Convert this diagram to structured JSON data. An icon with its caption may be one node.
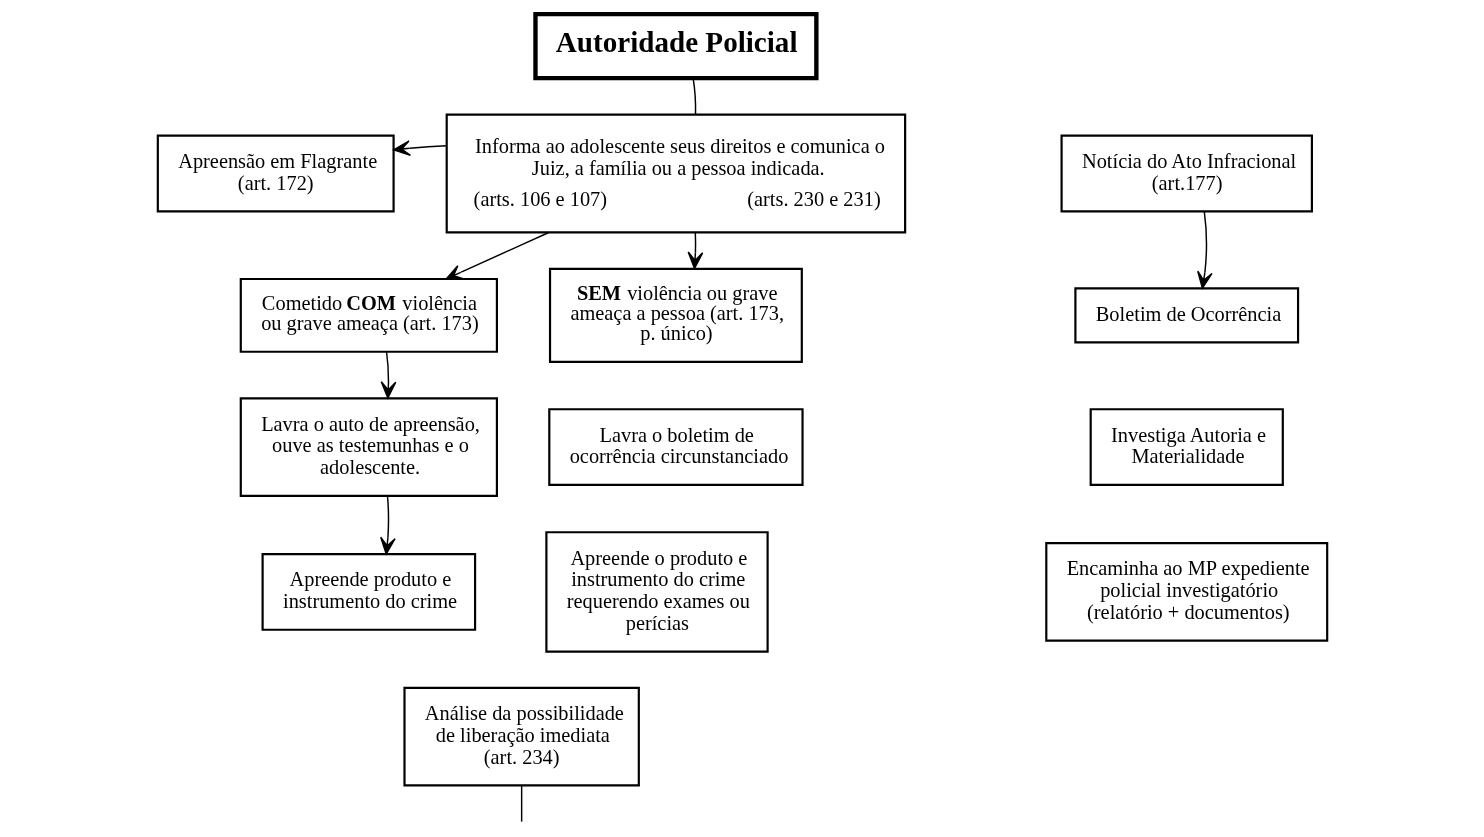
{
  "diagram": {
    "nodes": [
      {
        "text": [
          "**Autoridade Policial**"
        ]
      },
      {
        "text": [
          "Informa ao adolescente seus direitos e comunica o Juiz, a família ou a pessoa indicada.",
          "(arts. 106 e 107)",
          "(arts. 230 e 231)"
        ]
      },
      {
        "text": [
          "Apreensão em Flagrante (art. 172)"
        ]
      },
      {
        "text": [
          "Notícia do Ato Infracional (art.177)"
        ]
      },
      {
        "text": [
          "Cometido **COM** violência ou grave ameaça (art. 173)"
        ]
      },
      {
        "text": [
          "**SEM** violência ou grave ameaça a pessoa (art. 173, p. único)"
        ]
      },
      {
        "text": [
          "Boletim de Ocorrência"
        ]
      },
      {
        "text": [
          "Lavra o auto de apreensão, ouve as testemunhas e o adolescente."
        ]
      },
      {
        "text": [
          "Lavra o boletim de ocorrência circunstanciado"
        ]
      },
      {
        "text": [
          "Investiga Autoria e Materialidade"
        ]
      },
      {
        "text": [
          "Apreende produto e instrumento do crime"
        ]
      },
      {
        "text": [
          "Apreende o produto e instrumento do crime requerendo exames ou perícias"
        ]
      },
      {
        "text": [
          "Encaminha ao MP expediente policial investigatório (relatório + documentos)"
        ]
      },
      {
        "text": [
          "Análise da possibilidade de liberação imediata (art. 234)"
        ]
      }
    ],
    "edges": [
      {
        "from": 0,
        "to": 1,
        "arrow": "none"
      },
      {
        "from": 1,
        "to": 2,
        "arrow": "to"
      },
      {
        "from": 1,
        "to": 4,
        "arrow": "to"
      },
      {
        "from": 1,
        "to": 5,
        "arrow": "to"
      },
      {
        "from": 3,
        "to": 6,
        "arrow": "to"
      },
      {
        "from": 4,
        "to": 7,
        "arrow": "to"
      },
      {
        "from": 7,
        "to": 10,
        "arrow": "to"
      },
      {
        "from": 13,
        "to": null,
        "arrow": "none"
      }
    ]
  }
}
